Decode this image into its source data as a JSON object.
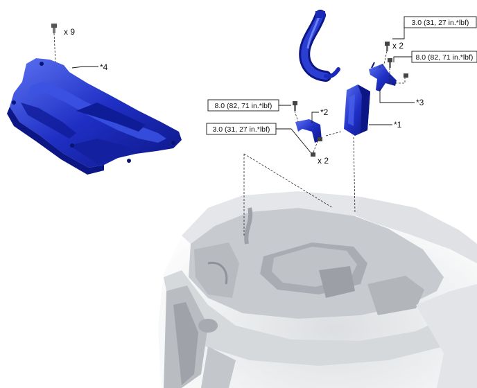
{
  "parts": {
    "p1": "*1",
    "p2": "*2",
    "p3": "*3",
    "p4": "*4"
  },
  "quantities": {
    "q1": "x 9",
    "q2": "x 2",
    "q3": "x 2"
  },
  "torques": {
    "t1": "3.0 (31, 27 in.*lbf)",
    "t2": "8.0 (82, 71 in.*lbf)",
    "t3": "8.0 (82, 71 in.*lbf)",
    "t4": "3.0 (31, 27 in.*lbf)"
  },
  "colors": {
    "part_blue": "#1f2fc4",
    "part_blue_dark": "#0c1685",
    "part_blue_light": "#4a62ee",
    "engine_gray": "#c9ccd0"
  }
}
